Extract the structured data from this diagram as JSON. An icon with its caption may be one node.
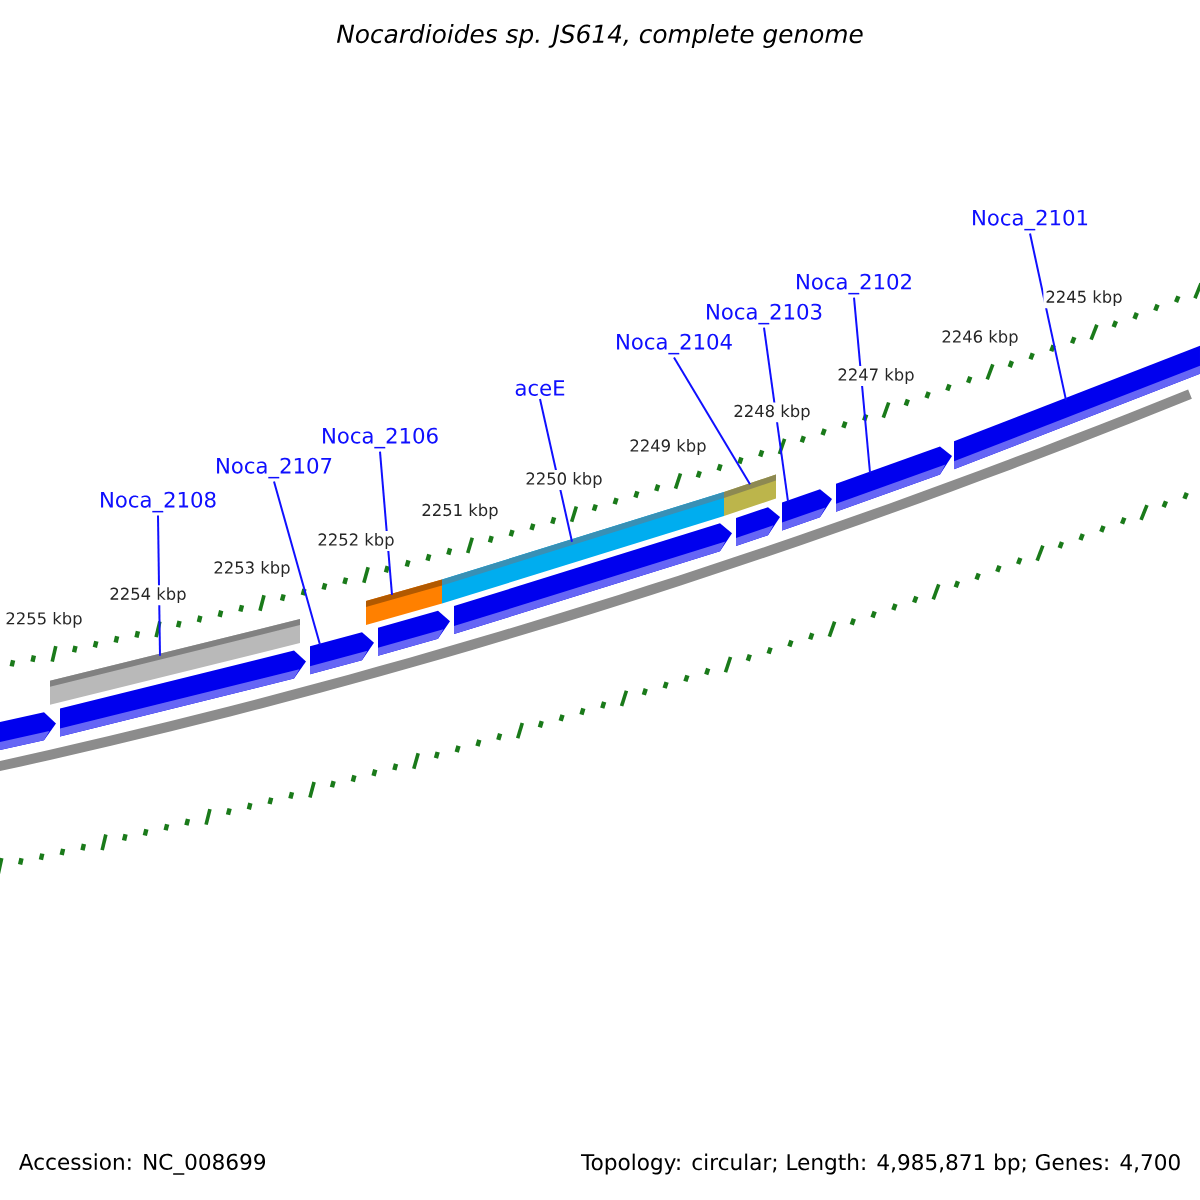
{
  "diagram": {
    "title": "Nocardioides sp. JS614, complete genome",
    "nodes": [
      {
        "text": [
          "Noca_2108"
        ]
      },
      {
        "text": [
          "Noca_2107"
        ]
      },
      {
        "text": [
          "Noca_2106"
        ]
      },
      {
        "text": [
          "aceE"
        ]
      },
      {
        "text": [
          "Noca_2104"
        ]
      },
      {
        "text": [
          "Noca_2103"
        ]
      },
      {
        "text": [
          "Noca_2102"
        ]
      },
      {
        "text": [
          "Noca_2101"
        ]
      },
      {
        "text": [],
        "shape": "pentagon"
      },
      {
        "text": [],
        "shape": "bar"
      },
      {
        "text": [],
        "shape": "pentagon"
      },
      {
        "text": [],
        "shape": "pentagon"
      },
      {
        "text": [],
        "shape": "bar"
      },
      {
        "text": [],
        "shape": "pentagon"
      },
      {
        "text": [],
        "shape": "bar"
      },
      {
        "text": [],
        "shape": "pentagon"
      },
      {
        "text": [],
        "shape": "bar"
      },
      {
        "text": [],
        "shape": "pentagon"
      },
      {
        "text": [],
        "shape": "pentagon"
      },
      {
        "text": [],
        "shape": "pentagon"
      },
      {
        "text": [],
        "shape": "pentagon"
      }
    ],
    "edges": [
      {
        "from": 0,
        "to": 9,
        "arrow": "none"
      },
      {
        "from": 1,
        "to": 11,
        "arrow": "none"
      },
      {
        "from": 2,
        "to": 12,
        "arrow": "none"
      },
      {
        "from": 3,
        "to": 14,
        "arrow": "none"
      },
      {
        "from": 4,
        "to": 16,
        "arrow": "none"
      },
      {
        "from": 5,
        "to": 18,
        "arrow": "none"
      },
      {
        "from": 6,
        "to": 19,
        "arrow": "none"
      },
      {
        "from": 7,
        "to": 20,
        "arrow": "none"
      }
    ],
    "labels": [
      "2255 kbp",
      "2254 kbp",
      "2253 kbp",
      "2252 kbp",
      "2251 kbp",
      "2250 kbp",
      "2249 kbp",
      "2248 kbp",
      "2247 kbp",
      "2246 kbp",
      "2245 kbp",
      "Accession: NC_008699",
      "Topology: circular; Length: 4,985,871 bp; Genes: 4,700"
    ]
  }
}
